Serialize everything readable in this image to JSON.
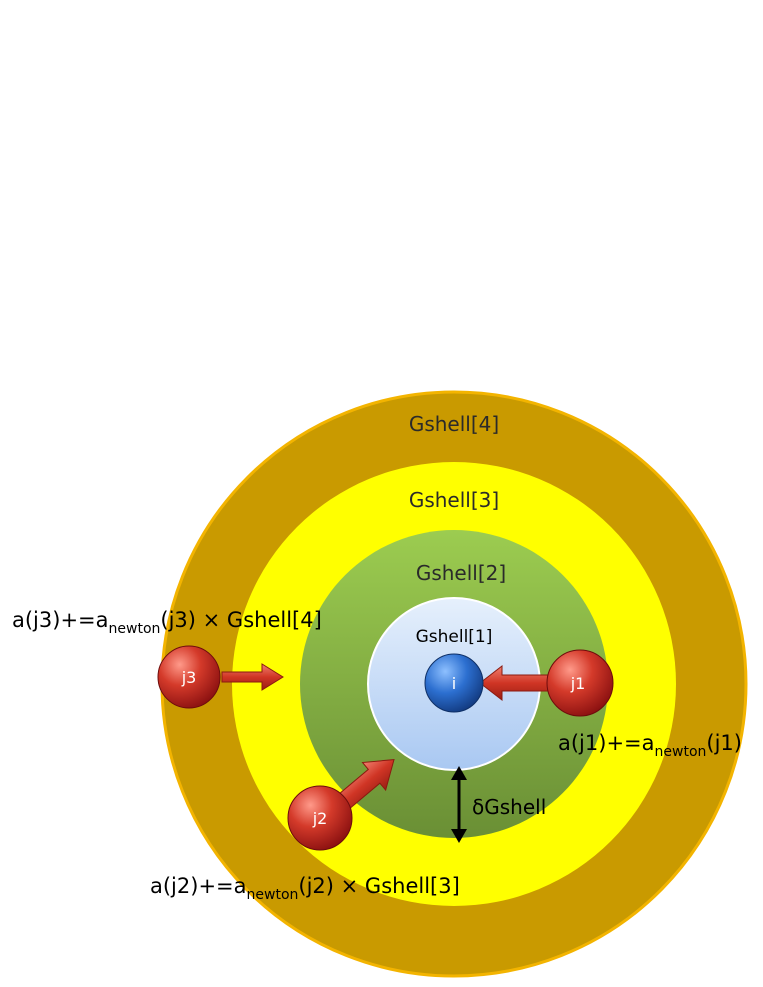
{
  "shells": {
    "shell1": "Gshell[1]",
    "shell2": "Gshell[2]",
    "shell3": "Gshell[3]",
    "shell4": "Gshell[4]"
  },
  "particles": {
    "i": "i",
    "j1": "j1",
    "j2": "j2",
    "j3": "j3"
  },
  "gap_label": "δGshell",
  "equations": {
    "j1": {
      "pre": "a(j1)+=a",
      "sub": "newton",
      "post": "(j1)"
    },
    "j2": {
      "pre": "a(j2)+=a",
      "sub": "newton",
      "post": "(j2) × Gshell[3]"
    },
    "j3": {
      "pre": "a(j3)+=a",
      "sub": "newton",
      "post": "(j3) × Gshell[4]"
    }
  },
  "colors": {
    "shell4_fill": "#c99a00",
    "shell4_border": "#f3b400",
    "shell3_fill": "#ffff00",
    "shell2_fill": "#7ea641",
    "shell1_fill": "#d6e6fa",
    "particle_red": "#c62828",
    "particle_blue": "#1f5fb4",
    "arrow_red": "#c0392b"
  }
}
